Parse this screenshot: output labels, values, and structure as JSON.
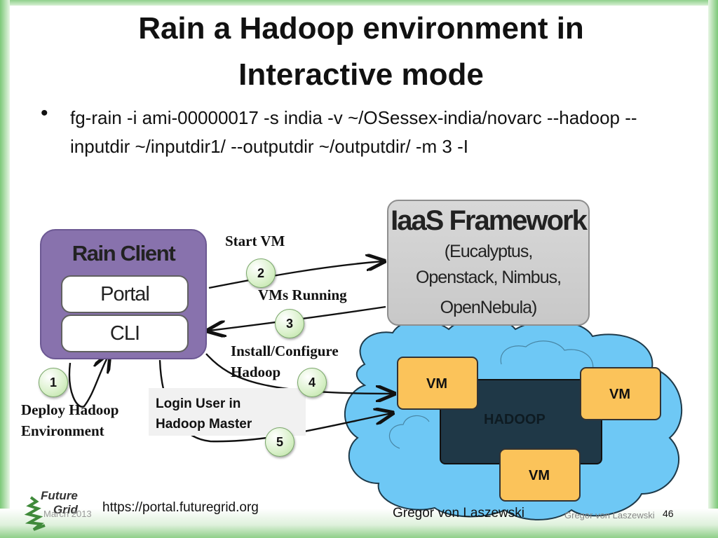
{
  "slide": {
    "title_line1": "Rain a Hadoop environment in",
    "title_line2": "Interactive mode",
    "bullet": "fg-rain -i ami-00000017 -s india -v ~/OSessex-india/novarc --hadoop --inputdir ~/inputdir1/ --outputdir ~/outputdir/ -m 3 -I"
  },
  "rain_client": {
    "title": "Rain Client",
    "portal": "Portal",
    "cli": "CLI"
  },
  "iaas": {
    "title": "IaaS Framework",
    "line1": "(Eucalyptus,",
    "line2": "Openstack, Nimbus,",
    "line3": "OpenNebula)"
  },
  "steps": {
    "s1": "1",
    "s2": "2",
    "s3": "3",
    "s4": "4",
    "s5": "5",
    "start_vm": "Start VM",
    "vms_running": "VMs Running",
    "install_line1": "Install/Configure",
    "install_line2": "Hadoop",
    "deploy_line1": "Deploy Hadoop",
    "deploy_line2": "Environment",
    "login_line1": "Login User in",
    "login_line2": "Hadoop Master"
  },
  "cloud": {
    "vm": "VM",
    "hadoop": "HADOOP"
  },
  "footer": {
    "logo_line1": "Future",
    "logo_line2": "Grid",
    "date": "March 2013",
    "url": "https://portal.futuregrid.org",
    "author": "Gregor von Laszewski",
    "author_small": "Gregor von Laszewski",
    "page": "46"
  },
  "colors": {
    "rain_client": "#8872ad",
    "iaas": "#cccccc",
    "cloud": "#6ec8f5",
    "vm": "#fbc35a",
    "hadoop": "#162834",
    "step_circle": "#d8f0c8"
  }
}
